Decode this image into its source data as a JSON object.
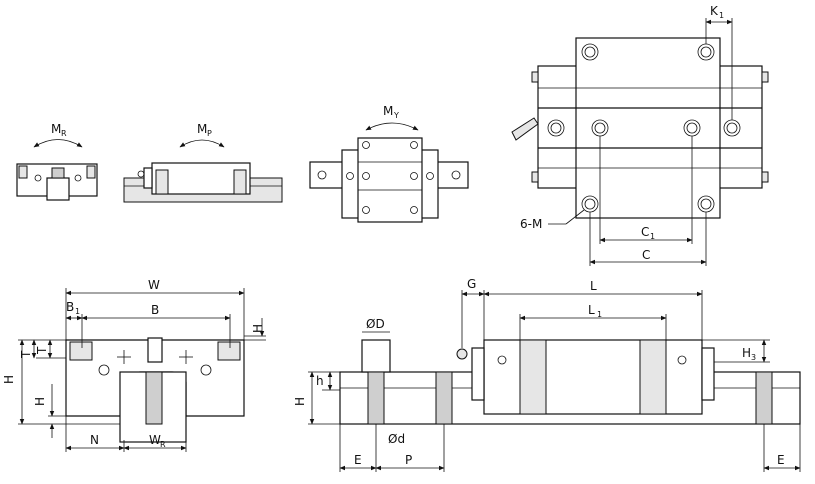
{
  "moment_views": {
    "roll_label": "M",
    "roll_sub": "R",
    "pitch_label": "M",
    "pitch_sub": "P",
    "yaw_label": "M",
    "yaw_sub": "Y"
  },
  "top_view": {
    "k1_label": "K",
    "k1_sub": "1",
    "thread_label": "6-M",
    "c1_label": "C",
    "c1_sub": "1",
    "c_label": "C"
  },
  "front_view": {
    "w_label": "W",
    "b1_label": "B",
    "b1_sub": "1",
    "b_label": "B",
    "h2_label": "H",
    "h2_sub": "2",
    "t1_label": "T",
    "t1_sub": "1",
    "t_label": "T",
    "h_label": "H",
    "h1_label": "H",
    "h1_sub": "1",
    "n_label": "N",
    "wr_label": "W",
    "wr_sub": "R"
  },
  "side_view": {
    "od_label": "ØD",
    "h_small_label": "h",
    "hr_label": "H",
    "hr_sub": "R",
    "d_label": "Ød",
    "e_left_label": "E",
    "p_label": "P",
    "g_label": "G",
    "l_label": "L",
    "l1_label": "L",
    "l1_sub": "1",
    "h3_label": "H",
    "h3_sub": "3",
    "e_right_label": "E"
  }
}
